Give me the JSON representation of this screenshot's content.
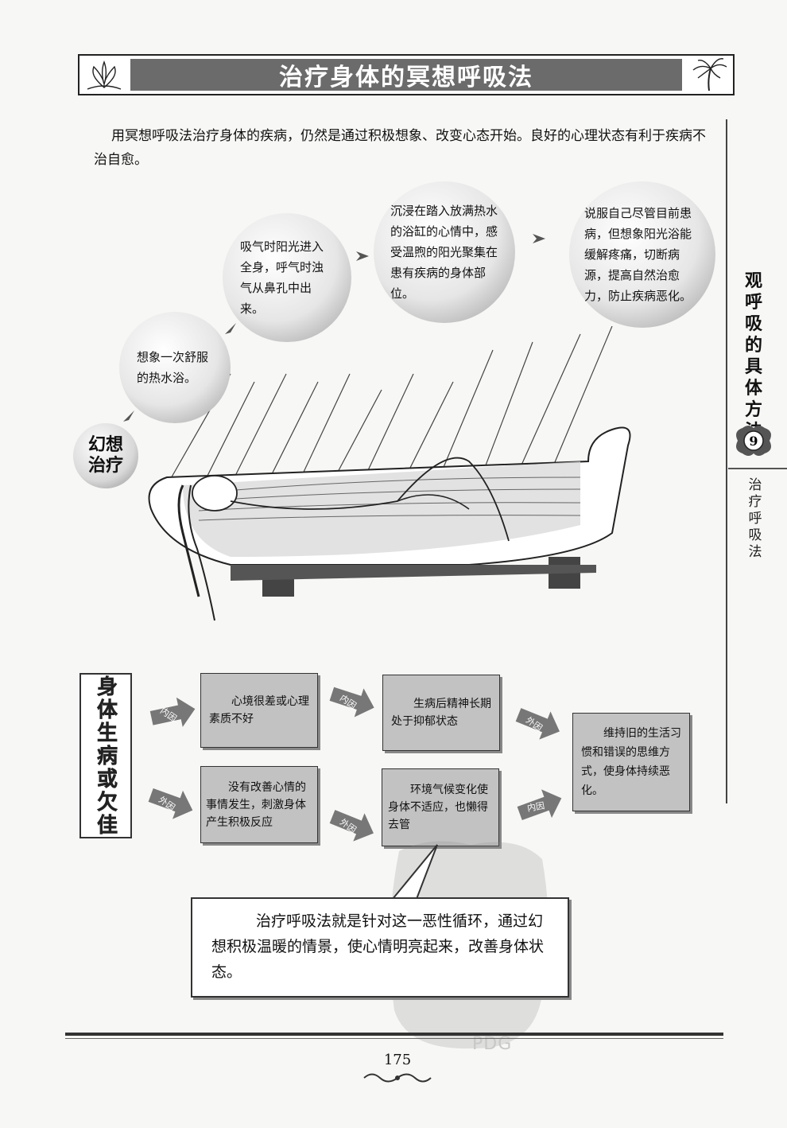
{
  "title": "治疗身体的冥想呼吸法",
  "intro": "用冥想呼吸法治疗身体的疾病，仍然是通过积极想象、改变心态开始。良好的心理状态有利于疾病不治自愈。",
  "side": {
    "heading": "观呼吸的具体方法",
    "number": "9",
    "sub": "治疗呼吸法"
  },
  "fantasy_label": "幻想治疗",
  "bubbles": [
    "想象一次舒服的热水浴。",
    "吸气时阳光进入全身，呼气时浊气从鼻孔中出来。",
    "沉浸在踏入放满热水的浴缸的心情中，感受温煦的阳光聚集在患有疾病的身体部位。",
    "说服自己尽管目前患病，但想象阳光浴能缓解疼痛，切断病源，提高自然治愈力，防止疾病恶化。"
  ],
  "flow": {
    "label": "身体生病或欠佳",
    "boxes": [
      "心境很差或心理素质不好",
      "生病后精神长期处于抑郁状态",
      "没有改善心情的事情发生，刺激身体产生积极反应",
      "环境气候变化使身体不适应，也懒得去管",
      "维持旧的生活习惯和错误的思维方式，使身体持续恶化。"
    ],
    "arrows": [
      "内因",
      "内因",
      "外因",
      "外因",
      "外因",
      "内因"
    ]
  },
  "callout": "治疗呼吸法就是针对这一恶性循环，通过幻想积极温暖的情景，使心情明亮起来，改善身体状态。",
  "page_number": "175",
  "watermark": "PDG"
}
